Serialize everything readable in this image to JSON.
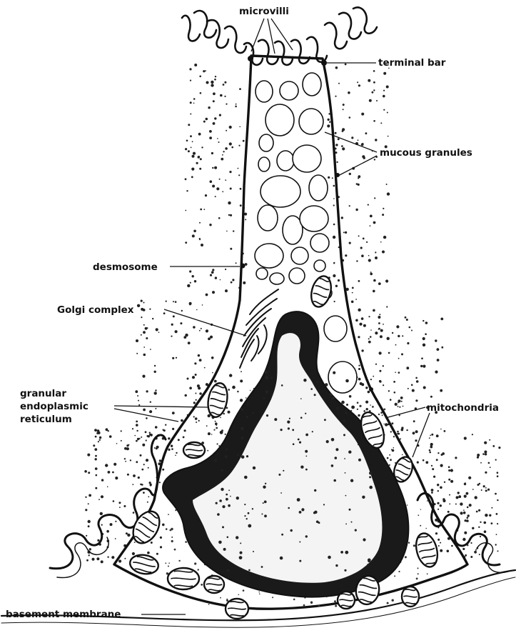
{
  "labels": {
    "microvilli": "microvilli",
    "terminal_bar": "terminal bar",
    "mucous_granules": "mucous granules",
    "desmosome": "desmosome",
    "golgi_complex": "Golgi complex",
    "granular_er_line1": "granular",
    "granular_er_line2": "endoplasmic",
    "granular_er_line3": "reticulum",
    "mitochondria": "mitochondria",
    "basement_membrane": "basement membrane"
  },
  "colors": {
    "ink": "#111111",
    "background": "#ffffff"
  }
}
